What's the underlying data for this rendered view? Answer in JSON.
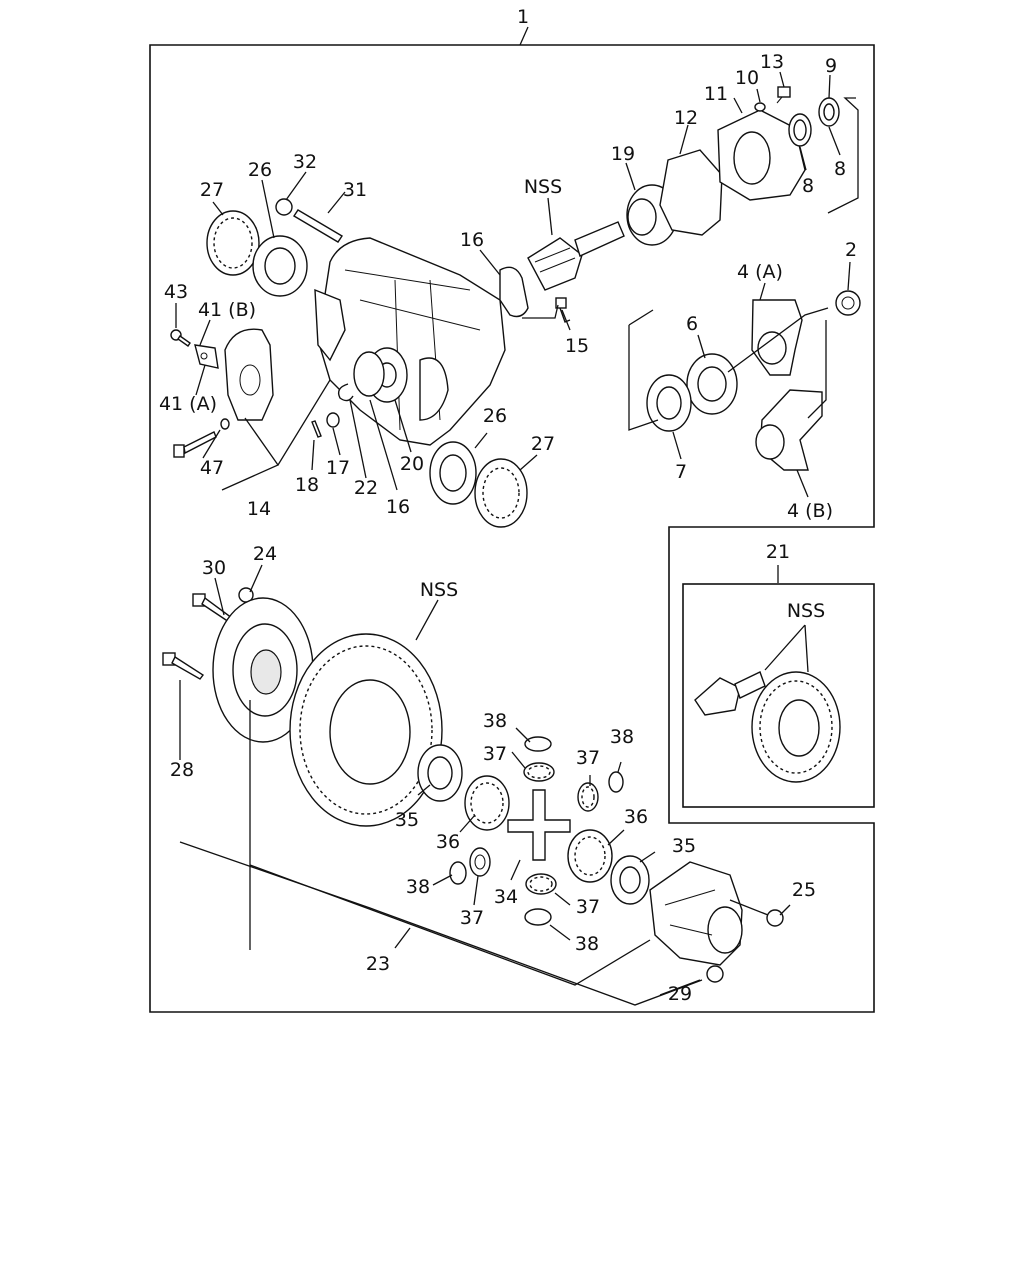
{
  "diagram": {
    "labels": {
      "l1": "1",
      "l2": "2",
      "l4a": "4 (A)",
      "l4b": "4 (B)",
      "l6": "6",
      "l7": "7",
      "l8a": "8",
      "l8b": "8",
      "l9": "9",
      "l10": "10",
      "l11": "11",
      "l12": "12",
      "l13": "13",
      "l14": "14",
      "l15": "15",
      "l16a": "16",
      "l16b": "16",
      "l17": "17",
      "l18": "18",
      "l19": "19",
      "l20": "20",
      "l21": "21",
      "l22": "22",
      "l23": "23",
      "l24": "24",
      "l25": "25",
      "l26a": "26",
      "l26b": "26",
      "l27a": "27",
      "l27b": "27",
      "l28": "28",
      "l29": "29",
      "l30": "30",
      "l31": "31",
      "l32": "32",
      "l34": "34",
      "l35a": "35",
      "l35b": "35",
      "l36a": "36",
      "l36b": "36",
      "l37a": "37",
      "l37b": "37",
      "l37c": "37",
      "l37d": "37",
      "l38a": "38",
      "l38b": "38",
      "l38c": "38",
      "l38d": "38",
      "l41a": "41 (A)",
      "l41b": "41 (B)",
      "l43": "43",
      "l47": "47",
      "nss1": "NSS",
      "nss2": "NSS",
      "nss3": "NSS"
    }
  }
}
